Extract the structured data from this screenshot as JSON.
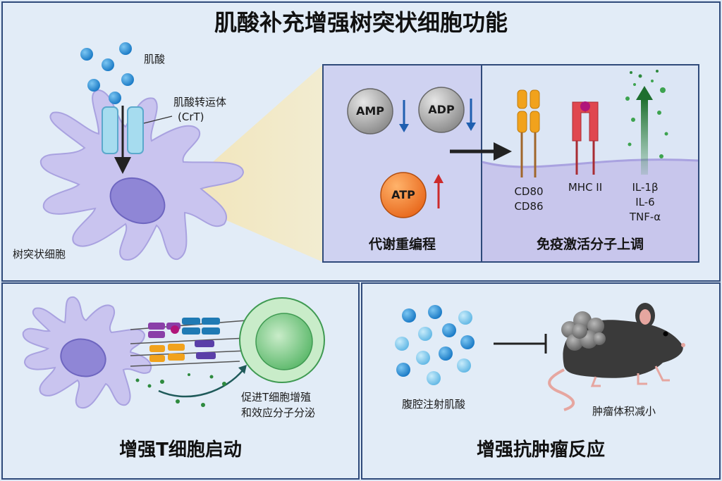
{
  "title": "肌酸补充增强树突状细胞功能",
  "top_left": {
    "creatine_label": "肌酸",
    "transporter_label_line1": "肌酸转运体",
    "transporter_label_line2": "(CrT)",
    "cell_label": "树突状细胞"
  },
  "metabolism_panel": {
    "amp": "AMP",
    "adp": "ADP",
    "atp": "ATP",
    "caption": "代谢重编程"
  },
  "immune_panel": {
    "cd80": "CD80",
    "cd86": "CD86",
    "mhc": "MHC II",
    "il1b": "IL-1β",
    "il6": "IL-6",
    "tnfa": "TNF-α",
    "caption": "免疫激活分子上调"
  },
  "bottom_left": {
    "annotation_line1": "促进T细胞增殖",
    "annotation_line2": "和效应分子分泌",
    "caption": "增强T细胞启动"
  },
  "bottom_right": {
    "injection_label": "腹腔注射肌酸",
    "tumor_label": "肿瘤体积减小",
    "caption": "增强抗肿瘤反应"
  },
  "colors": {
    "background": "#dde9f6",
    "panel_border": "#2f4a7a",
    "cell_fill": "#c9c4ef",
    "nucleus_fill": "#8f86d6",
    "metabolism_bg": "#cfd2f1",
    "immune_bg": "#dce6f5",
    "creatine_blue": "#1f8ad6",
    "tcell_green": "#56b86a",
    "up_arrow_red": "#cc2b2b",
    "down_arrow_blue": "#1f5fb0",
    "cytokine_green": "#2e8a3e"
  },
  "icons": [
    "creatine-molecule-icon",
    "transporter-icon",
    "dendritic-cell-icon",
    "amp-molecule-icon",
    "adp-molecule-icon",
    "atp-molecule-icon",
    "down-arrow-icon",
    "up-arrow-icon",
    "right-arrow-icon",
    "cd80-receptor-icon",
    "mhc-receptor-icon",
    "cytokine-arrow-icon",
    "t-cell-icon",
    "inhibition-arrow-icon",
    "mouse-icon",
    "tumor-icon"
  ]
}
